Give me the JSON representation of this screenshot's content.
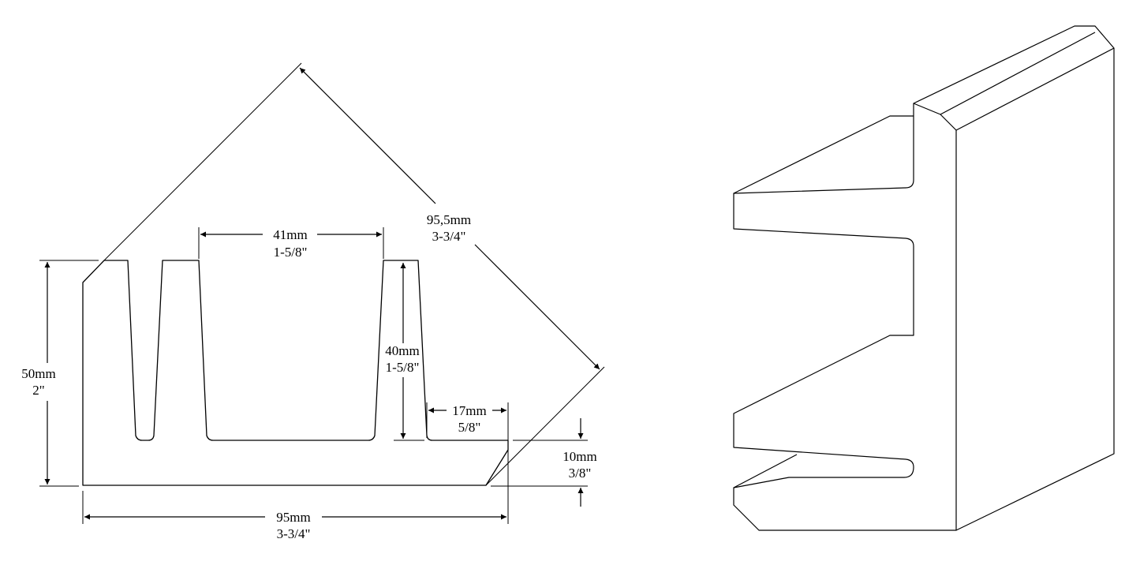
{
  "colors": {
    "line": "#000000",
    "background": "#ffffff"
  },
  "dimensions": {
    "overall_width": {
      "metric": "95mm",
      "imperial": "3-3/4\""
    },
    "overall_height": {
      "metric": "50mm",
      "imperial": "2\""
    },
    "channel_width": {
      "metric": "41mm",
      "imperial": "1-5/8\""
    },
    "channel_depth": {
      "metric": "40mm",
      "imperial": "1-5/8\""
    },
    "ledge_width": {
      "metric": "17mm",
      "imperial": "5/8\""
    },
    "base_thickness": {
      "metric": "10mm",
      "imperial": "3/8\""
    },
    "diagonal": {
      "metric": "95,5mm",
      "imperial": "3-3/4\""
    }
  }
}
